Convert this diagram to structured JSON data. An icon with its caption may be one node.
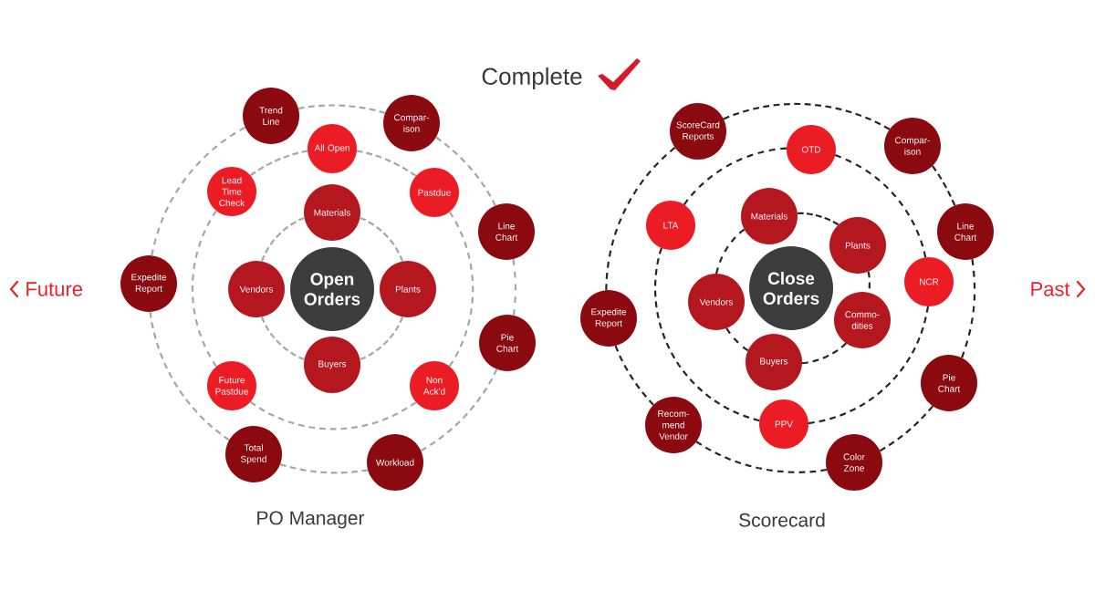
{
  "diagram": {
    "title": "Complete",
    "nodes": [
      {
        "text": [
          "Open Orders"
        ]
      },
      {
        "text": [
          "Materials"
        ]
      },
      {
        "text": [
          "Plants"
        ]
      },
      {
        "text": [
          "Buyers"
        ]
      },
      {
        "text": [
          "Vendors"
        ]
      },
      {
        "text": [
          "All Open"
        ]
      },
      {
        "text": [
          "Pastdue"
        ]
      },
      {
        "text": [
          "Non Ack'd"
        ]
      },
      {
        "text": [
          "Future Pastdue"
        ]
      },
      {
        "text": [
          "Lead Time Check"
        ]
      },
      {
        "text": [
          "Trend Line"
        ]
      },
      {
        "text": [
          "Compar- ison"
        ]
      },
      {
        "text": [
          "Line Chart"
        ]
      },
      {
        "text": [
          "Pie Chart"
        ]
      },
      {
        "text": [
          "Workload"
        ]
      },
      {
        "text": [
          "Total Spend"
        ]
      },
      {
        "text": [
          "Expedite Report"
        ]
      },
      {
        "text": [
          "Close Orders"
        ]
      },
      {
        "text": [
          "Materials"
        ]
      },
      {
        "text": [
          "Plants"
        ]
      },
      {
        "text": [
          "Commo- dities"
        ]
      },
      {
        "text": [
          "Buyers"
        ]
      },
      {
        "text": [
          "Vendors"
        ]
      },
      {
        "text": [
          "OTD"
        ]
      },
      {
        "text": [
          "NCR"
        ]
      },
      {
        "text": [
          "PPV"
        ]
      },
      {
        "text": [
          "LTA"
        ]
      },
      {
        "text": [
          "ScoreCard Reports"
        ]
      },
      {
        "text": [
          "Compar- ison"
        ]
      },
      {
        "text": [
          "Line Chart"
        ]
      },
      {
        "text": [
          "Pie Chart"
        ]
      },
      {
        "text": [
          "Color Zone"
        ]
      },
      {
        "text": [
          "Recom- mend Vendor"
        ]
      },
      {
        "text": [
          "Expedite Report"
        ]
      }
    ],
    "edges": [
      {
        "from": 1,
        "to": 2,
        "arrow": "none",
        "style": "dashed",
        "color": "#a3a7ab"
      },
      {
        "from": 2,
        "to": 3,
        "arrow": "none",
        "style": "dashed",
        "color": "#a3a7ab"
      },
      {
        "from": 3,
        "to": 4,
        "arrow": "none",
        "style": "dashed",
        "color": "#a3a7ab"
      },
      {
        "from": 4,
        "to": 1,
        "arrow": "none",
        "style": "dashed",
        "color": "#a3a7ab"
      },
      {
        "from": 5,
        "to": 6,
        "arrow": "none",
        "style": "dashed",
        "color": "#a3a7ab"
      },
      {
        "from": 6,
        "to": 7,
        "arrow": "none",
        "style": "dashed",
        "color": "#a3a7ab"
      },
      {
        "from": 7,
        "to": 8,
        "arrow": "none",
        "style": "dashed",
        "color": "#a3a7ab"
      },
      {
        "from": 8,
        "to": 9,
        "arrow": "none",
        "style": "dashed",
        "color": "#a3a7ab"
      },
      {
        "from": 9,
        "to": 5,
        "arrow": "none",
        "style": "dashed",
        "color": "#a3a7ab"
      },
      {
        "from": 10,
        "to": 11,
        "arrow": "none",
        "style": "dashed",
        "color": "#a3a7ab"
      },
      {
        "from": 11,
        "to": 12,
        "arrow": "none",
        "style": "dashed",
        "color": "#a3a7ab"
      },
      {
        "from": 12,
        "to": 13,
        "arrow": "none",
        "style": "dashed",
        "color": "#a3a7ab"
      },
      {
        "from": 13,
        "to": 14,
        "arrow": "none",
        "style": "dashed",
        "color": "#a3a7ab"
      },
      {
        "from": 14,
        "to": 15,
        "arrow": "none",
        "style": "dashed",
        "color": "#a3a7ab"
      },
      {
        "from": 15,
        "to": 16,
        "arrow": "none",
        "style": "dashed",
        "color": "#a3a7ab"
      },
      {
        "from": 16,
        "to": 10,
        "arrow": "none",
        "style": "dashed",
        "color": "#a3a7ab"
      },
      {
        "from": 18,
        "to": 19,
        "arrow": "none",
        "style": "dashed",
        "color": "#262626"
      },
      {
        "from": 19,
        "to": 20,
        "arrow": "none",
        "style": "dashed",
        "color": "#262626"
      },
      {
        "from": 20,
        "to": 21,
        "arrow": "none",
        "style": "dashed",
        "color": "#262626"
      },
      {
        "from": 21,
        "to": 22,
        "arrow": "none",
        "style": "dashed",
        "color": "#262626"
      },
      {
        "from": 22,
        "to": 18,
        "arrow": "none",
        "style": "dashed",
        "color": "#262626"
      },
      {
        "from": 23,
        "to": 24,
        "arrow": "none",
        "style": "dashed",
        "color": "#262626"
      },
      {
        "from": 24,
        "to": 25,
        "arrow": "none",
        "style": "dashed",
        "color": "#262626"
      },
      {
        "from": 25,
        "to": 26,
        "arrow": "none",
        "style": "dashed",
        "color": "#262626"
      },
      {
        "from": 26,
        "to": 23,
        "arrow": "none",
        "style": "dashed",
        "color": "#262626"
      },
      {
        "from": 27,
        "to": 28,
        "arrow": "none",
        "style": "dashed",
        "color": "#262626"
      },
      {
        "from": 28,
        "to": 29,
        "arrow": "none",
        "style": "dashed",
        "color": "#262626"
      },
      {
        "from": 29,
        "to": 30,
        "arrow": "none",
        "style": "dashed",
        "color": "#262626"
      },
      {
        "from": 30,
        "to": 31,
        "arrow": "none",
        "style": "dashed",
        "color": "#262626"
      },
      {
        "from": 31,
        "to": 32,
        "arrow": "none",
        "style": "dashed",
        "color": "#262626"
      },
      {
        "from": 32,
        "to": 33,
        "arrow": "none",
        "style": "dashed",
        "color": "#262626"
      },
      {
        "from": 33,
        "to": 27,
        "arrow": "none",
        "style": "dashed",
        "color": "#262626"
      }
    ],
    "labels": [
      "Future",
      "Past",
      "PO Manager",
      "Scorecard"
    ]
  }
}
